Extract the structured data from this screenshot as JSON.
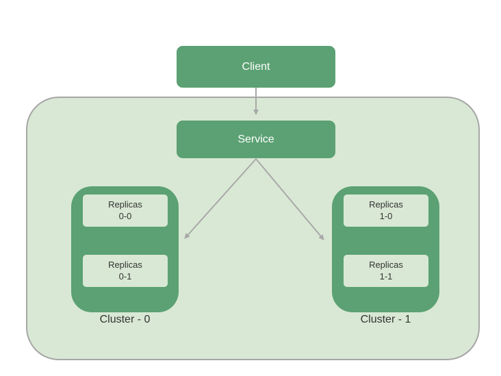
{
  "client": {
    "label": "Client"
  },
  "service": {
    "label": "Service"
  },
  "clusters": [
    {
      "label": "Cluster - 0",
      "replicas": [
        {
          "line1": "Replicas",
          "line2": "0-0"
        },
        {
          "line1": "Replicas",
          "line2": "0-1"
        }
      ]
    },
    {
      "label": "Cluster - 1",
      "replicas": [
        {
          "line1": "Replicas",
          "line2": "1-0"
        },
        {
          "line1": "Replicas",
          "line2": "1-1"
        }
      ]
    }
  ],
  "colors": {
    "box_green": "#5ba173",
    "light_green": "#d9e8d4",
    "border_gray": "#a6a6a6",
    "arrow_gray": "#a8a8a8",
    "text_dark": "#333333"
  }
}
